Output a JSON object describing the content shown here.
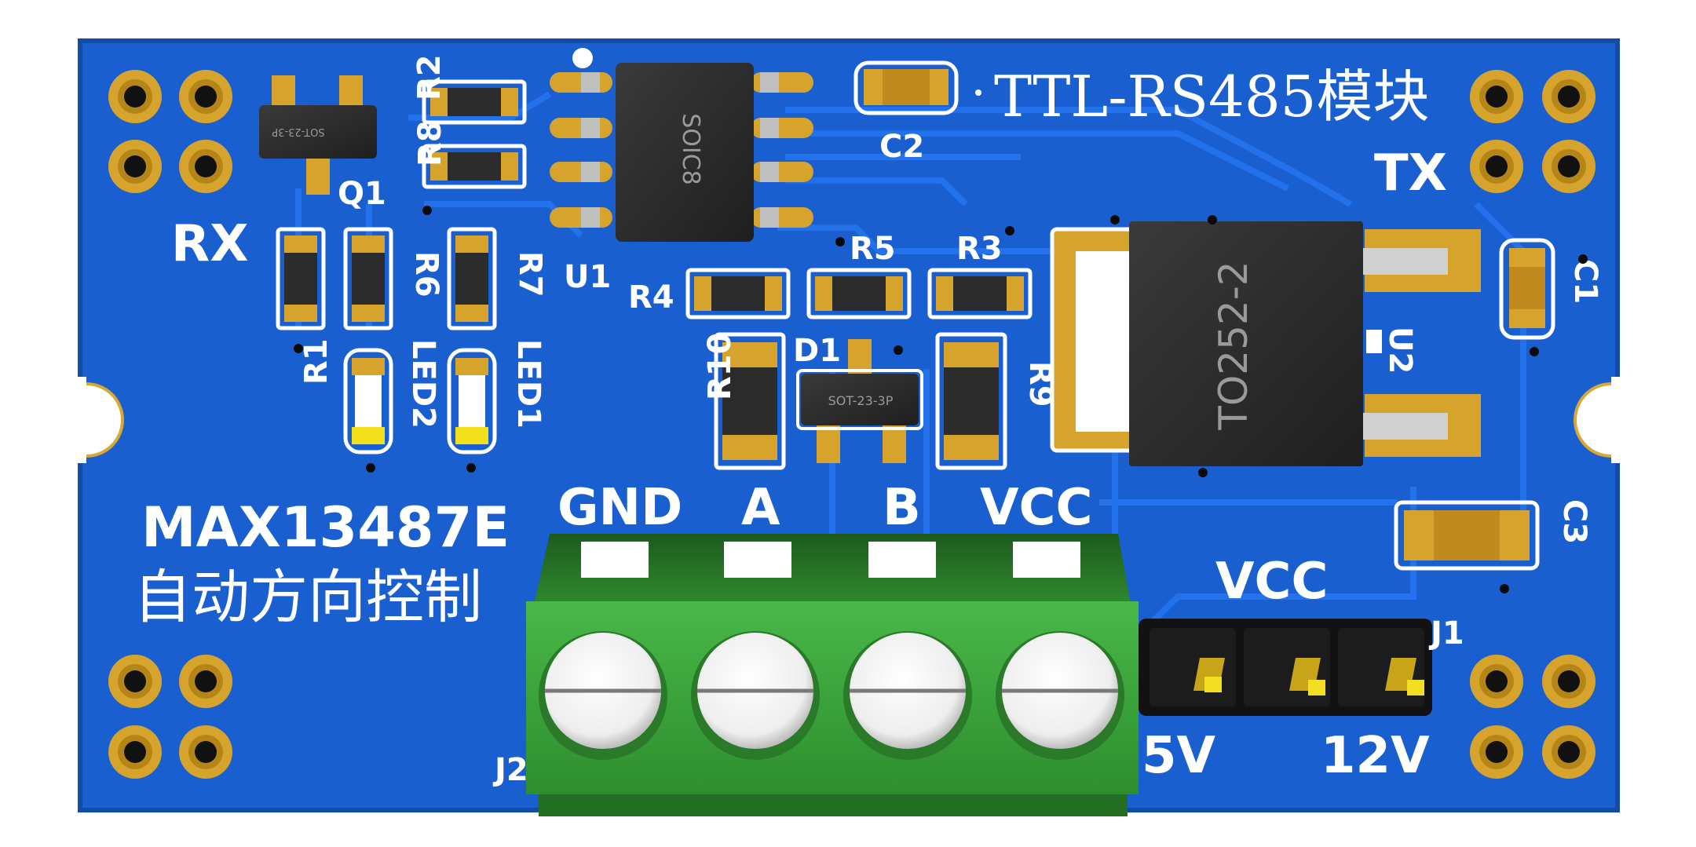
{
  "board": {
    "title": "TTL-RS485模块",
    "chip_name": "MAX13487E",
    "description": "自动方向控制",
    "labels": {
      "rx": "RX",
      "tx": "TX",
      "gnd": "GND",
      "a": "A",
      "b": "B",
      "vcc_terminal": "VCC",
      "vcc_jumper": "VCC",
      "v5": "5V",
      "v12": "12V"
    },
    "refdes": {
      "q1": "Q1",
      "r1": "R1",
      "r2": "R2",
      "r3": "R3",
      "r4": "R4",
      "r5": "R5",
      "r6": "R6",
      "r7": "R7",
      "r8": "R8",
      "r9": "R9",
      "r10": "R10",
      "u1": "U1",
      "u2": "U2",
      "c1": "C1",
      "c2": "C2",
      "c3": "C3",
      "d1": "D1",
      "j1": "J1",
      "j2": "J2",
      "led1": "LED1",
      "led2": "LED2"
    },
    "packages": {
      "u1": "SOIC8",
      "u2": "TO252-2",
      "q1": "SOT-23-3P",
      "d1": "SOT-23-3P"
    },
    "colors": {
      "pcb": "#1a5fd0",
      "trace": "#1d6ae6",
      "pad": "#d6a42c",
      "silkscreen": "#ffffff",
      "terminal": "#3aa83a"
    }
  }
}
